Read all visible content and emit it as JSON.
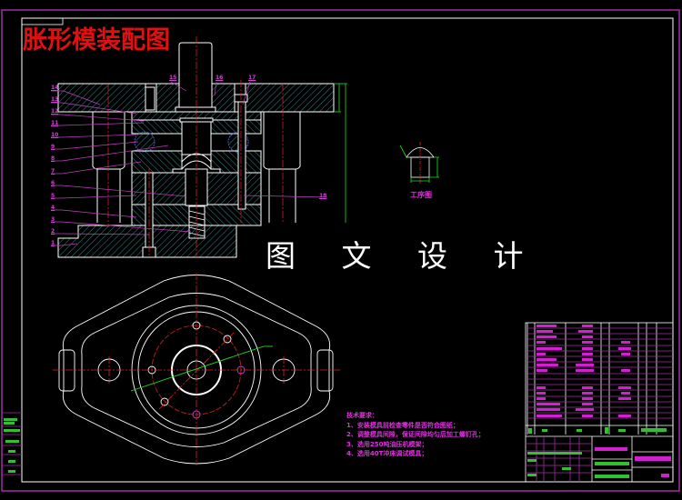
{
  "title": "胀形模装配图",
  "watermark": "图 文 设 计",
  "part_labels": [
    "1",
    "2",
    "3",
    "4",
    "5",
    "6",
    "7",
    "8",
    "9",
    "10",
    "11",
    "12",
    "13",
    "14",
    "15",
    "16",
    "17",
    "18"
  ],
  "process_drawing_label": "工序图",
  "tech_requirements": {
    "heading": "技术要求：",
    "items": [
      "1、安装模具前检查零件是否符合图纸；",
      "2、调整模具间隙，保证间隙均匀后加工螺钉孔；",
      "3、选用250吨油压机模架；",
      "4、选用40T冲床调试模具；"
    ]
  },
  "colors": {
    "background": "#000000",
    "outline": "#ffffff",
    "frame": "#a030a0",
    "centerline": "#e02020",
    "hatch": "#40c0c0",
    "dimension": "#20e020",
    "annotation": "#e030e0",
    "title": "#e01010"
  }
}
